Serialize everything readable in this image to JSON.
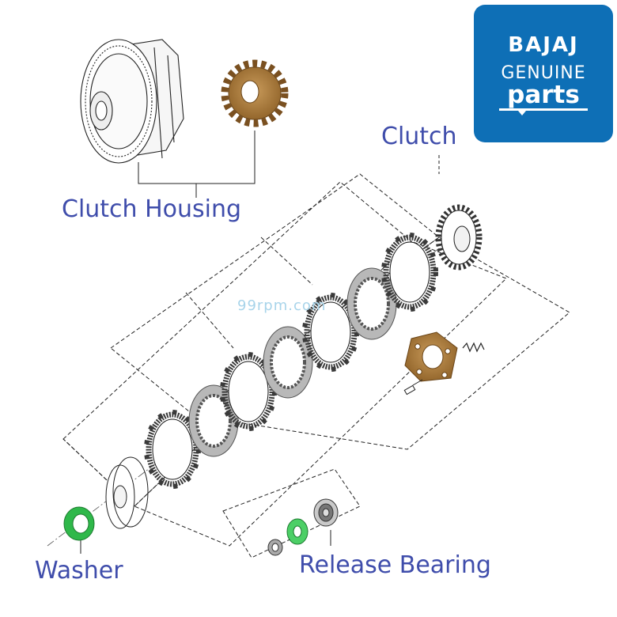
{
  "labels": {
    "clutch_housing": "Clutch Housing",
    "clutch": "Clutch",
    "washer": "Washer",
    "release_bearing": "Release Bearing"
  },
  "badge": {
    "brand": "BAJAJ",
    "genuine": "GENUINE",
    "parts": "parts"
  },
  "watermark": "99rpm.com",
  "colors": {
    "label_text": "#3f4dab",
    "badge_bg": "#0e6fb6",
    "gear_bronze": "#a87a3c",
    "washer_green": "#2fb84a",
    "friction_plate": "#3a3a3a",
    "steel_plate": "#b8b8b8"
  }
}
